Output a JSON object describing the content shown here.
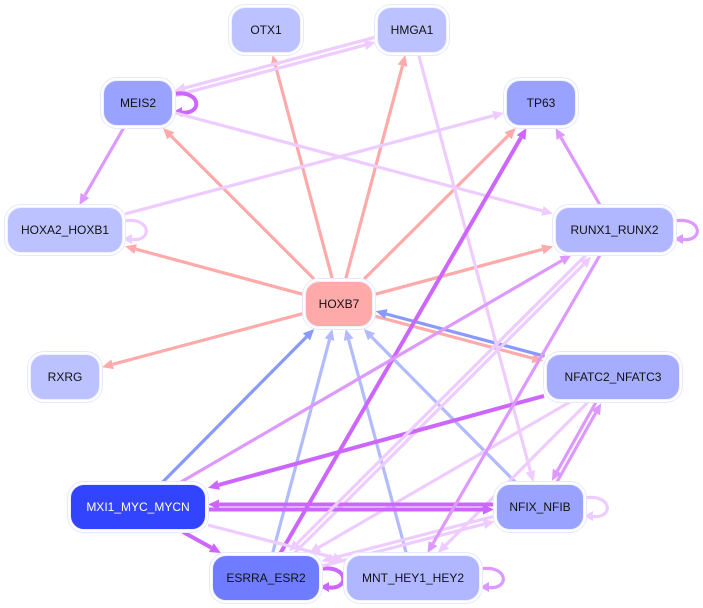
{
  "title": "Gene regulatory network",
  "colors": {
    "activation_edge": "#ffaaaa",
    "regulates_strong": "#cc66ff",
    "regulates_medium": "#dd99ff",
    "regulates_light": "#eeccff",
    "inhibition_edge": "#8899ff",
    "inhibition_light": "#b3bbff"
  },
  "nodes": [
    {
      "id": "OTX1",
      "label": "OTX1",
      "color": "#bcc2ff"
    },
    {
      "id": "HMGA1",
      "label": "HMGA1",
      "color": "#bcc2ff"
    },
    {
      "id": "MEIS2",
      "label": "MEIS2",
      "color": "#99a2ff"
    },
    {
      "id": "TP63",
      "label": "TP63",
      "color": "#99a2ff"
    },
    {
      "id": "HOXA2_HOXB1",
      "label": "HOXA2_HOXB1",
      "color": "#bcc2ff"
    },
    {
      "id": "RUNX1_RUNX2",
      "label": "RUNX1_RUNX2",
      "color": "#b0b7ff"
    },
    {
      "id": "HOXB7",
      "label": "HOXB7",
      "color": "#ffaaaa"
    },
    {
      "id": "RXRG",
      "label": "RXRG",
      "color": "#bcc2ff"
    },
    {
      "id": "NFATC2_NFATC3",
      "label": "NFATC2_NFATC3",
      "color": "#a6adff"
    },
    {
      "id": "MXI1_MYC_MYCN",
      "label": "MXI1_MYC_MYCN",
      "color": "#3344ff",
      "dark": true
    },
    {
      "id": "NFIX_NFIB",
      "label": "NFIX_NFIB",
      "color": "#99a2ff"
    },
    {
      "id": "ESRRA_ESR2",
      "label": "ESRRA_ESR2",
      "color": "#6f7cff"
    },
    {
      "id": "MNT_HEY1_HEY2",
      "label": "MNT_HEY1_HEY2",
      "color": "#b0b7ff"
    }
  ],
  "edges": [
    {
      "source": "HOXB7",
      "target": "OTX1",
      "type": "activation"
    },
    {
      "source": "HOXB7",
      "target": "HMGA1",
      "type": "activation"
    },
    {
      "source": "HOXB7",
      "target": "MEIS2",
      "type": "activation"
    },
    {
      "source": "HOXB7",
      "target": "TP63",
      "type": "activation"
    },
    {
      "source": "HOXB7",
      "target": "HOXA2_HOXB1",
      "type": "activation"
    },
    {
      "source": "HOXB7",
      "target": "RUNX1_RUNX2",
      "type": "activation"
    },
    {
      "source": "HOXB7",
      "target": "RXRG",
      "type": "activation"
    },
    {
      "source": "HOXB7",
      "target": "NFATC2_NFATC3",
      "type": "activation"
    },
    {
      "source": "NFATC2_NFATC3",
      "target": "HOXB7",
      "type": "inhibition"
    },
    {
      "source": "MXI1_MYC_MYCN",
      "target": "HOXB7",
      "type": "inhibition"
    },
    {
      "source": "ESRRA_ESR2",
      "target": "HOXB7",
      "type": "inhibition_light"
    },
    {
      "source": "MNT_HEY1_HEY2",
      "target": "HOXB7",
      "type": "inhibition_light"
    },
    {
      "source": "NFIX_NFIB",
      "target": "HOXB7",
      "type": "inhibition_light"
    },
    {
      "source": "MEIS2",
      "target": "HMGA1",
      "type": "regulates_light"
    },
    {
      "source": "HMGA1",
      "target": "MEIS2",
      "type": "regulates_light"
    },
    {
      "source": "MEIS2",
      "target": "MEIS2",
      "type": "regulates_strong"
    },
    {
      "source": "MEIS2",
      "target": "HOXA2_HOXB1",
      "type": "regulates_medium"
    },
    {
      "source": "MEIS2",
      "target": "RUNX1_RUNX2",
      "type": "regulates_light"
    },
    {
      "source": "HOXA2_HOXB1",
      "target": "TP63",
      "type": "regulates_light"
    },
    {
      "source": "HOXA2_HOXB1",
      "target": "HOXA2_HOXB1",
      "type": "regulates_light"
    },
    {
      "source": "HMGA1",
      "target": "NFIX_NFIB",
      "type": "regulates_light"
    },
    {
      "source": "RUNX1_RUNX2",
      "target": "TP63",
      "type": "regulates_medium"
    },
    {
      "source": "RUNX1_RUNX2",
      "target": "RUNX1_RUNX2",
      "type": "regulates_medium"
    },
    {
      "source": "ESRRA_ESR2",
      "target": "TP63",
      "type": "regulates_strong"
    },
    {
      "source": "MXI1_MYC_MYCN",
      "target": "RUNX1_RUNX2",
      "type": "regulates_medium"
    },
    {
      "source": "ESRRA_ESR2",
      "target": "RUNX1_RUNX2",
      "type": "regulates_light"
    },
    {
      "source": "NFATC2_NFATC3",
      "target": "MXI1_MYC_MYCN",
      "type": "regulates_strong"
    },
    {
      "source": "NFATC2_NFATC3",
      "target": "NFIX_NFIB",
      "type": "regulates_medium"
    },
    {
      "source": "NFIX_NFIB",
      "target": "NFATC2_NFATC3",
      "type": "regulates_medium"
    },
    {
      "source": "NFATC2_NFATC3",
      "target": "ESRRA_ESR2",
      "type": "regulates_light"
    },
    {
      "source": "NFATC2_NFATC3",
      "target": "MNT_HEY1_HEY2",
      "type": "regulates_light"
    },
    {
      "source": "MXI1_MYC_MYCN",
      "target": "NFIX_NFIB",
      "type": "regulates_strong"
    },
    {
      "source": "NFIX_NFIB",
      "target": "MXI1_MYC_MYCN",
      "type": "regulates_strong"
    },
    {
      "source": "MXI1_MYC_MYCN",
      "target": "ESRRA_ESR2",
      "type": "regulates_strong"
    },
    {
      "source": "MXI1_MYC_MYCN",
      "target": "MNT_HEY1_HEY2",
      "type": "regulates_light"
    },
    {
      "source": "NFIX_NFIB",
      "target": "NFIX_NFIB",
      "type": "regulates_light"
    },
    {
      "source": "NFIX_NFIB",
      "target": "ESRRA_ESR2",
      "type": "regulates_light"
    },
    {
      "source": "ESRRA_ESR2",
      "target": "ESRRA_ESR2",
      "type": "regulates_strong"
    },
    {
      "source": "MNT_HEY1_HEY2",
      "target": "MNT_HEY1_HEY2",
      "type": "regulates_medium"
    },
    {
      "source": "ESRRA_ESR2",
      "target": "NFIX_NFIB",
      "type": "regulates_light"
    },
    {
      "source": "RUNX1_RUNX2",
      "target": "ESRRA_ESR2",
      "type": "regulates_light"
    },
    {
      "source": "RUNX1_RUNX2",
      "target": "MNT_HEY1_HEY2",
      "type": "regulates_medium"
    }
  ]
}
